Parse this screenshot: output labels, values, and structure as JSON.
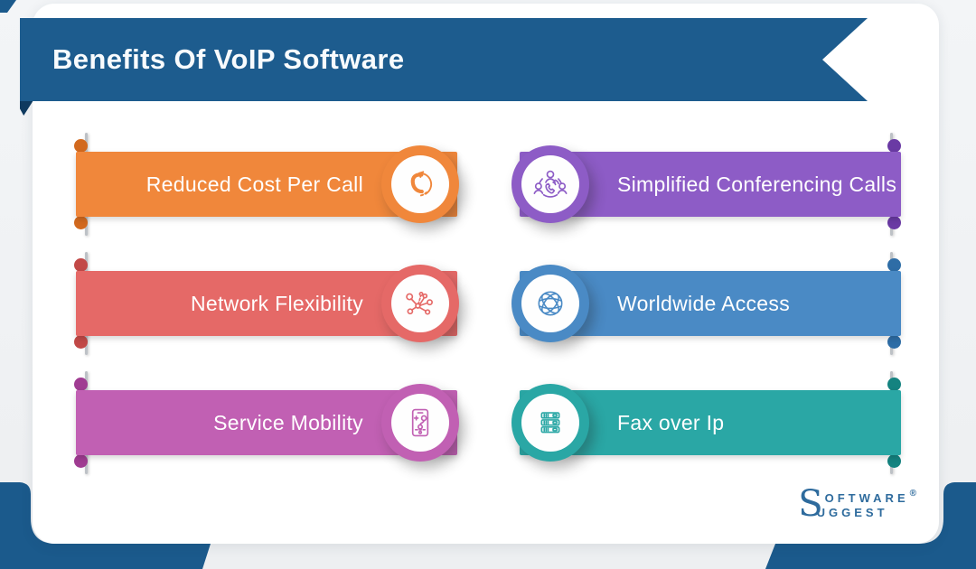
{
  "header": {
    "title": "Benefits Of VoIP Software"
  },
  "benefits": [
    {
      "label": "Reduced Cost Per Call",
      "icon": "phone-refresh-icon",
      "side": "left",
      "color": "#f0873b",
      "color_dark": "#d2691e"
    },
    {
      "label": "Simplified Conferencing Calls",
      "icon": "conference-call-icon",
      "side": "right",
      "color": "#8d5cc6",
      "color_dark": "#6a3aa4"
    },
    {
      "label": "Network Flexibility",
      "icon": "network-nodes-icon",
      "side": "left",
      "color": "#e56967",
      "color_dark": "#c24947"
    },
    {
      "label": "Worldwide Access",
      "icon": "globe-icon",
      "side": "right",
      "color": "#4a8ac5",
      "color_dark": "#2e6da6"
    },
    {
      "label": "Service Mobility",
      "icon": "mobile-service-icon",
      "side": "left",
      "color": "#c160b3",
      "color_dark": "#a03c92"
    },
    {
      "label": "Fax over Ip",
      "icon": "fax-servers-icon",
      "side": "right",
      "color": "#2aa7a5",
      "color_dark": "#148380"
    }
  ],
  "logo": {
    "s": "S",
    "line1_rest": "OFTWARE",
    "registered": "®",
    "line2_rest": "UGGEST",
    "color": "#2e6b9d"
  },
  "colors": {
    "header_banner": "#1d5c8e",
    "banner_fold": "#0f3a5f",
    "card_bg": "#ffffff",
    "page_bg": "#f0f2f4",
    "corner_blue": "#1b5a8c",
    "pole_gray": "#bdc1c6",
    "label_text": "#ffffff"
  }
}
